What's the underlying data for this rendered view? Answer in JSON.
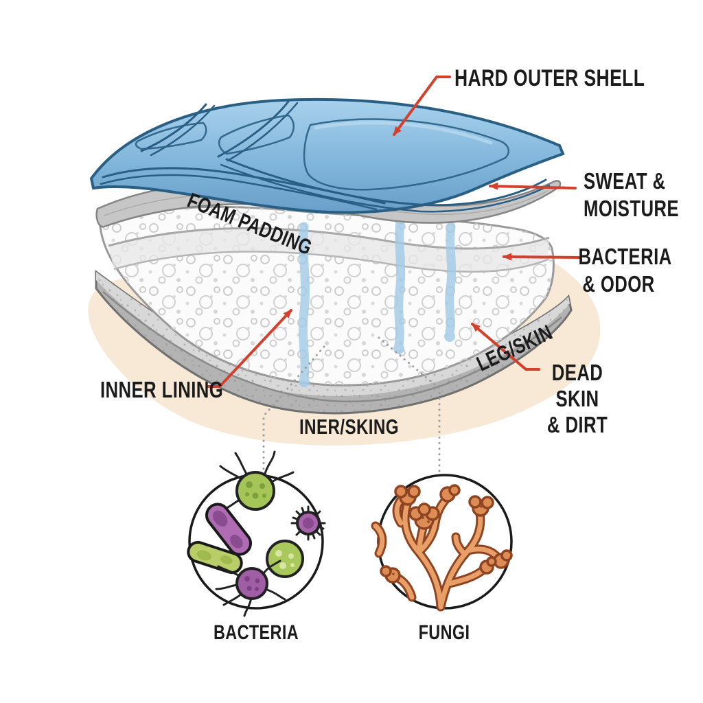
{
  "page": {
    "type": "exploded-layer-hygiene-diagram",
    "background": "#ffffff"
  },
  "labels": {
    "hard_outer_shell": "HARD OUTER SHELL",
    "foam_padding": "FOAM PADDING",
    "sweat_moisture": {
      "line1": "SWEAT &",
      "line2": "MOISTURE"
    },
    "bacteria_odor": {
      "line1": "BACTERIA",
      "line2": "& ODOR"
    },
    "leg_skin": "LEG/SKIN",
    "dead_skin_dirt": {
      "line1": "DEAD SKIN",
      "line2": "& DIRT"
    },
    "inner_lining": "INNER LINING",
    "iner_sking": "INER/SKING"
  },
  "insets": {
    "bacteria": {
      "label": "BACTERIA"
    },
    "fungi": {
      "label": "FUNGI"
    }
  },
  "colors": {
    "label_text": "#1b1b1b",
    "arrow_red": "#d2402e",
    "shell_blue": "#84b8dc",
    "shell_blue_light": "#a5cde9",
    "shell_outline": "#2a5f85",
    "sheet_gray": "#c6c6c6",
    "foam_white": "#fbfbfb",
    "lining_gray": "#b3b3b3",
    "background_blob_beige": "#f7e9d5",
    "moisture_drip_blue": "#a3cbe7",
    "bacteria_green": "#a6c558",
    "bacteria_purple": "#a864aa",
    "fungi_orange": "#e89f68",
    "fungi_outline_brown": "#8e4420",
    "dotted_connector_gray": "#9c9c9c"
  }
}
